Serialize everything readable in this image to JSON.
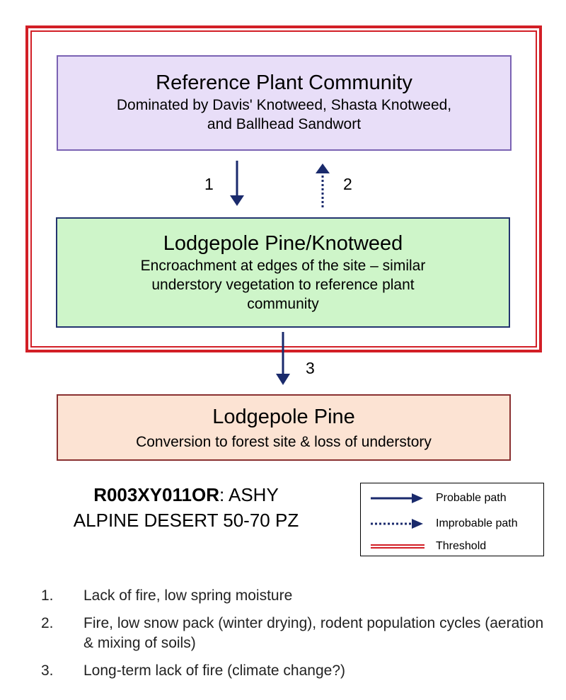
{
  "states": {
    "reference": {
      "title": "Reference Plant Community",
      "description_line1": "Dominated by Davis' Knotweed, Shasta Knotweed,",
      "description_line2": "and Ballhead Sandwort"
    },
    "lodgepole_knotweed": {
      "title": "Lodgepole Pine/Knotweed",
      "description_line1": "Encroachment at edges of the site – similar",
      "description_line2": "understory vegetation to reference plant",
      "description_line3": "community"
    },
    "lodgepole_pine": {
      "title": "Lodgepole Pine",
      "description": "Conversion to forest site & loss of understory"
    }
  },
  "transitions": [
    {
      "label": "1",
      "type": "probable",
      "from": "Reference Plant Community",
      "to": "Lodgepole Pine/Knotweed"
    },
    {
      "label": "2",
      "type": "improbable",
      "from": "Lodgepole Pine/Knotweed",
      "to": "Reference Plant Community"
    },
    {
      "label": "3",
      "type": "probable",
      "from": "Lodgepole Pine/Knotweed",
      "to": "Lodgepole Pine"
    }
  ],
  "site": {
    "code": "R003XY011OR",
    "name_part1": ": ASHY",
    "name_part2": "ALPINE DESERT 50-70 PZ"
  },
  "legend": {
    "probable": "Probable path",
    "improbable": "Improbable path",
    "threshold": "Threshold"
  },
  "notes": [
    {
      "num": "1.",
      "text": "Lack of fire, low spring moisture"
    },
    {
      "num": "2.",
      "text": "Fire, low snow pack (winter drying), rodent population cycles (aeration & mixing of soils)"
    },
    {
      "num": "3.",
      "text": "Long-term lack of fire (climate change?)"
    }
  ],
  "colors": {
    "threshold": "#d21f26",
    "arrow": "#1a2a6c",
    "reference_fill": "#e8def8",
    "reference_border": "#7a62b3",
    "lpk_fill": "#cef5c9",
    "lpk_border": "#23346f",
    "lp_fill": "#fce3d3",
    "lp_border": "#8a3030"
  }
}
